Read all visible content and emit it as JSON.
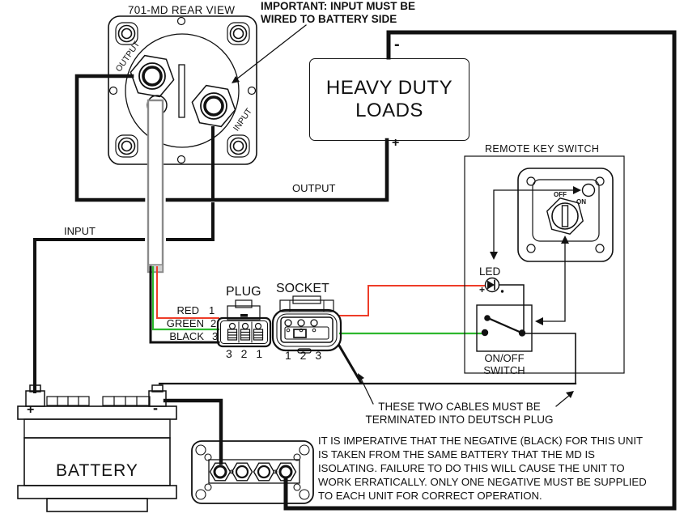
{
  "colors": {
    "wire_red": "#ee3c28",
    "wire_green": "#2db82d",
    "cable_gray": "#8a8a8a",
    "line": "#111111"
  },
  "rear_view": {
    "title": "701-MD REAR VIEW",
    "note_line1": "IMPORTANT: INPUT MUST BE",
    "note_line2": "WIRED TO BATTERY SIDE",
    "stud_output": "OUTPUT",
    "stud_input": "INPUT"
  },
  "wires": {
    "output_label": "OUTPUT",
    "input_label": "INPUT",
    "red": {
      "name": "RED",
      "pin": "1"
    },
    "green": {
      "name": "GREEN",
      "pin": "2"
    },
    "black": {
      "name": "BLACK",
      "pin": "3"
    }
  },
  "loads": {
    "line1": "HEAVY DUTY",
    "line2": "LOADS",
    "neg": "-",
    "pos": "+"
  },
  "remote": {
    "title": "REMOTE KEY SWITCH",
    "off": "OFF",
    "on": "ON",
    "led": "LED",
    "led_pos": "+",
    "switch_line1": "ON/OFF",
    "switch_line2": "SWITCH"
  },
  "connectors": {
    "plug": "PLUG",
    "socket": "SOCKET",
    "plug_pins": "3 2 1",
    "socket_pins": "1 2 3"
  },
  "battery": {
    "label": "BATTERY",
    "pos": "+",
    "neg": "-"
  },
  "notes": {
    "cables_line1": "THESE TWO CABLES MUST BE",
    "cables_line2": "TERMINATED INTO DEUTSCH PLUG",
    "warning": [
      "IT IS IMPERATIVE THAT THE NEGATIVE (BLACK) FOR THIS UNIT",
      "IS TAKEN FROM THE SAME BATTERY THAT THE MD IS",
      "ISOLATING. FAILURE TO DO THIS WILL CAUSE THE UNIT TO",
      "WORK ERRATICALLY. ONLY ONE NEGATIVE MUST BE SUPPLIED",
      "TO EACH UNIT FOR CORRECT OPERATION."
    ]
  }
}
